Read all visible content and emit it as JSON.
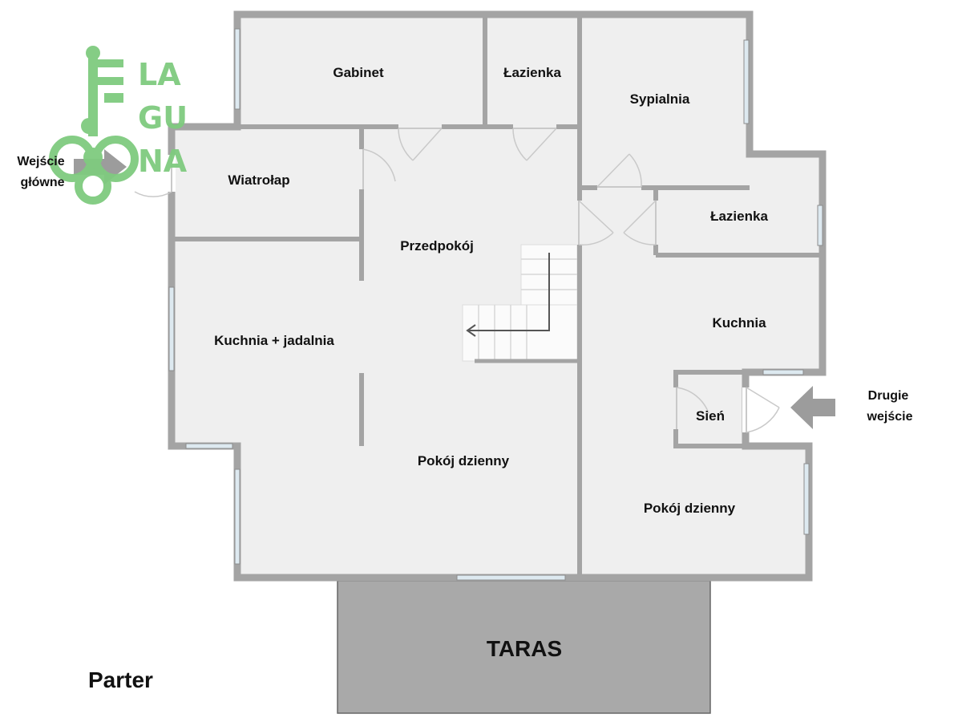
{
  "colors": {
    "wall": "#a4a4a4",
    "wall_edge": "#8c8c8c",
    "floor": "#efefef",
    "terrace": "#a9a9a9",
    "window": "#dde9f0",
    "door": "#c9c9c9",
    "arrow": "#9c9c9c",
    "logo": "#7fcb7f"
  },
  "logo": {
    "letters_row1": "LA",
    "letters_row2": "GU",
    "letters_row3": "NA",
    "icon": "key-icon"
  },
  "rooms": {
    "gabinet": "Gabinet",
    "lazienka_top": "Łazienka",
    "sypialnia": "Sypialnia",
    "wiatrolap": "Wiatrołap",
    "przedpokoj": "Przedpokój",
    "lazienka_right": "Łazienka",
    "kuchnia_jadalnia": "Kuchnia + jadalnia",
    "kuchnia": "Kuchnia",
    "sien": "Sień",
    "pokoj_dzienny_left": "Pokój dzienny",
    "pokoj_dzienny_right": "Pokój dzienny",
    "taras": "TARAS"
  },
  "entrances": {
    "main_line1": "Wejście",
    "main_line2": "główne",
    "second_line1": "Drugie",
    "second_line2": "wejście"
  },
  "floor_name": "Parter"
}
